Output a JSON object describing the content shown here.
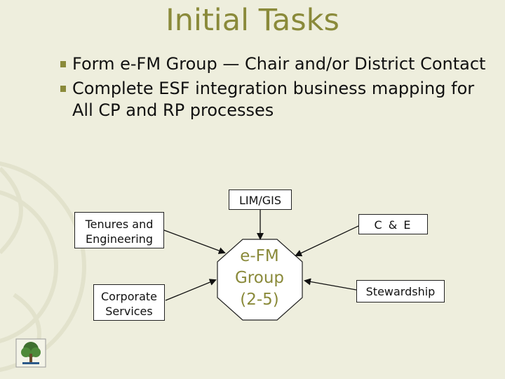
{
  "slide": {
    "title": "Initial Tasks",
    "bullets": [
      "Form e-FM Group — Chair and/or District Contact",
      "Complete ESF integration business mapping for All CP and RP processes"
    ]
  },
  "diagram": {
    "center": [
      "e-FM",
      "Group",
      "(2-5)"
    ],
    "nodes": {
      "lim_gis": "LIM/GIS",
      "tenures": [
        "Tenures and",
        "Engineering"
      ],
      "ce": "C & E",
      "corporate": [
        "Corporate",
        "Services"
      ],
      "stewardship": "Stewardship"
    }
  },
  "colors": {
    "background": "#eeeedd",
    "accent": "#8a8a3a",
    "octagon_fill": "#ffffff"
  },
  "icons": [
    "tree-logo-icon",
    "square-bullet-icon"
  ]
}
